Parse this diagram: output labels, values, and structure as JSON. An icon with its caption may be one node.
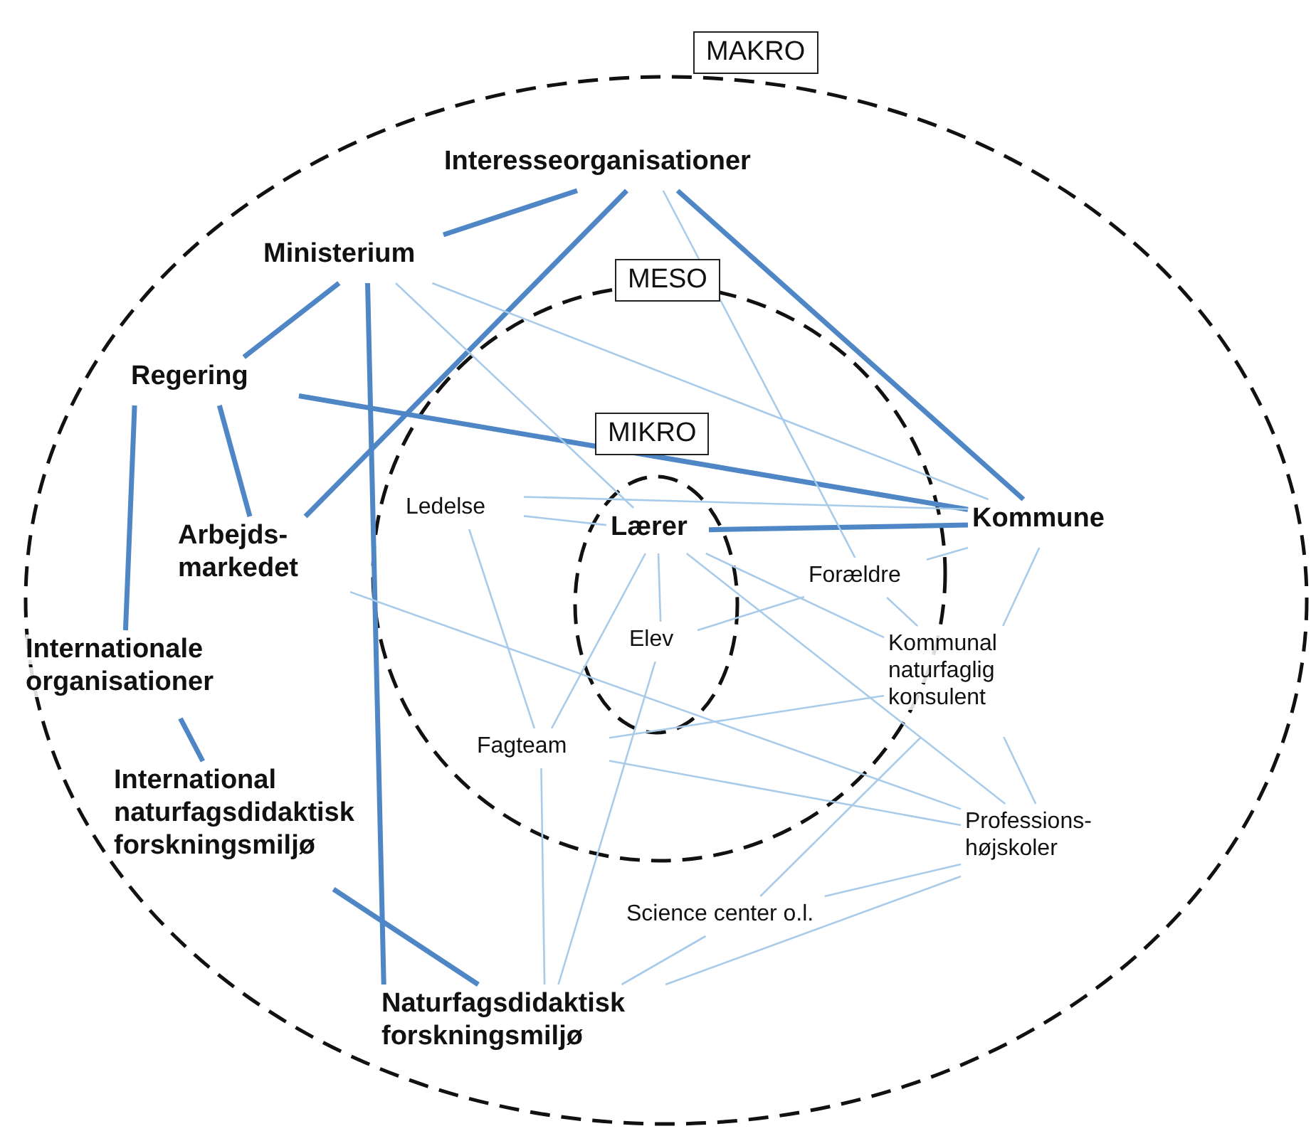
{
  "diagram": {
    "nodes": [
      {
        "text": [
          "MAKRO"
        ]
      },
      {
        "text": [
          "MESO"
        ],
        "in": 0
      },
      {
        "text": [
          "MIKRO"
        ],
        "in": 1
      },
      {
        "text": [
          "Interesseorganisationer"
        ],
        "in": 0
      },
      {
        "text": [
          "Ministerium"
        ],
        "in": 0
      },
      {
        "text": [
          "Regering"
        ],
        "in": 0
      },
      {
        "text": [
          "Arbejds- markedet"
        ],
        "in": 0
      },
      {
        "text": [
          "Internationale organisationer"
        ],
        "in": 0
      },
      {
        "text": [
          "International naturfagsdidaktisk forskningsmiljø"
        ],
        "in": 0
      },
      {
        "text": [
          "Naturfagsdidaktisk forskningsmiljø"
        ],
        "in": 0
      },
      {
        "text": [
          "Kommune"
        ],
        "in": 0
      },
      {
        "text": [
          "Ledelse"
        ],
        "in": 1
      },
      {
        "text": [
          "Fagteam"
        ],
        "in": 1
      },
      {
        "text": [
          "Forældre"
        ],
        "in": 1
      },
      {
        "text": [
          "Kommunal naturfaglig konsulent"
        ],
        "in": 0
      },
      {
        "text": [
          "Professions- højskoler"
        ],
        "in": 0
      },
      {
        "text": [
          "Science center o.l."
        ],
        "in": 0
      },
      {
        "text": [
          "Lærer"
        ],
        "in": 2
      },
      {
        "text": [
          "Elev"
        ],
        "in": 2
      }
    ],
    "edges": [
      {
        "from": 4,
        "to": 3,
        "arrow": "none",
        "style": "thick",
        "color": "#4f86c6"
      },
      {
        "from": 4,
        "to": 5,
        "arrow": "none",
        "style": "thick",
        "color": "#4f86c6"
      },
      {
        "from": 4,
        "to": 9,
        "arrow": "none",
        "style": "thick",
        "color": "#4f86c6"
      },
      {
        "from": 5,
        "to": 10,
        "arrow": "none",
        "style": "thick",
        "color": "#4f86c6"
      },
      {
        "from": 5,
        "to": 6,
        "arrow": "none",
        "style": "thick",
        "color": "#4f86c6"
      },
      {
        "from": 6,
        "to": 3,
        "arrow": "none",
        "style": "thick",
        "color": "#4f86c6"
      },
      {
        "from": 3,
        "to": 10,
        "arrow": "none",
        "style": "thick",
        "color": "#4f86c6"
      },
      {
        "from": 17,
        "to": 10,
        "arrow": "none",
        "style": "thick",
        "color": "#4f86c6"
      },
      {
        "from": 5,
        "to": 7,
        "arrow": "none",
        "style": "thick",
        "color": "#4f86c6"
      },
      {
        "from": 7,
        "to": 8,
        "arrow": "none",
        "style": "thick",
        "color": "#4f86c6"
      },
      {
        "from": 8,
        "to": 9,
        "arrow": "none",
        "style": "thick",
        "color": "#4f86c6"
      },
      {
        "from": 4,
        "to": 10,
        "arrow": "none"
      },
      {
        "from": 4,
        "to": 17,
        "arrow": "none"
      },
      {
        "from": 3,
        "to": 13,
        "arrow": "none"
      },
      {
        "from": 11,
        "to": 17,
        "arrow": "none"
      },
      {
        "from": 11,
        "to": 12,
        "arrow": "none"
      },
      {
        "from": 11,
        "to": 10,
        "arrow": "none"
      },
      {
        "from": 6,
        "to": 15,
        "arrow": "none"
      },
      {
        "from": 17,
        "to": 18,
        "arrow": "none"
      },
      {
        "from": 17,
        "to": 14,
        "arrow": "none"
      },
      {
        "from": 17,
        "to": 15,
        "arrow": "none"
      },
      {
        "from": 17,
        "to": 12,
        "arrow": "none"
      },
      {
        "from": 18,
        "to": 13,
        "arrow": "none"
      },
      {
        "from": 13,
        "to": 10,
        "arrow": "none"
      },
      {
        "from": 14,
        "to": 10,
        "arrow": "none"
      },
      {
        "from": 13,
        "to": 14,
        "arrow": "none"
      },
      {
        "from": 12,
        "to": 14,
        "arrow": "none"
      },
      {
        "from": 12,
        "to": 15,
        "arrow": "none"
      },
      {
        "from": 12,
        "to": 9,
        "arrow": "none"
      },
      {
        "from": 9,
        "to": 16,
        "arrow": "none"
      },
      {
        "from": 9,
        "to": 18,
        "arrow": "none"
      },
      {
        "from": 9,
        "to": 15,
        "arrow": "none"
      },
      {
        "from": 16,
        "to": 14,
        "arrow": "none"
      },
      {
        "from": 16,
        "to": 15,
        "arrow": "none"
      },
      {
        "from": 14,
        "to": 15,
        "arrow": "none"
      }
    ]
  }
}
